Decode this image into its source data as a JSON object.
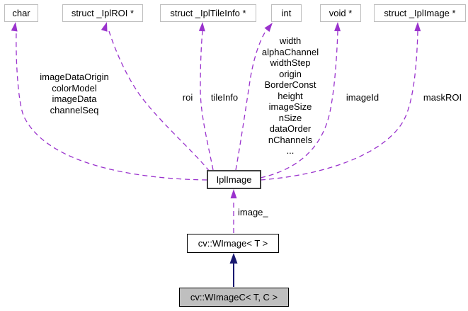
{
  "diagram": {
    "type": "doxygen-collaboration-graph",
    "nodes": {
      "char": {
        "label": "char"
      },
      "iplroi": {
        "label": "struct _IplROI *"
      },
      "ipltileinfo": {
        "label": "struct _IplTileInfo *"
      },
      "int": {
        "label": "int"
      },
      "voidp": {
        "label": "void *"
      },
      "iplimagep": {
        "label": "struct _IplImage *"
      },
      "iplimage": {
        "label": "IplImage"
      },
      "wimage": {
        "label": "cv::WImage< T >"
      },
      "wimagec": {
        "label": "cv::WImageC< T, C >"
      }
    },
    "edge_labels": {
      "char_fields": "imageDataOrigin\ncolorModel\nimageData\nchannelSeq",
      "roi": "roi",
      "tileinfo": "tileInfo",
      "int_fields": "width\nalphaChannel\nwidthStep\norigin\nBorderConst\nheight\nimageSize\nnSize\ndataOrder\nnChannels\n...",
      "imageid": "imageId",
      "maskroi": "maskROI",
      "image_": "image_"
    },
    "colors": {
      "edge_dashed": "#9a32cd",
      "edge_solid": "#191970",
      "node_border_light": "#bebebe",
      "node_border_dark": "#404040",
      "node_fill_selected": "#bfbfbf"
    }
  }
}
